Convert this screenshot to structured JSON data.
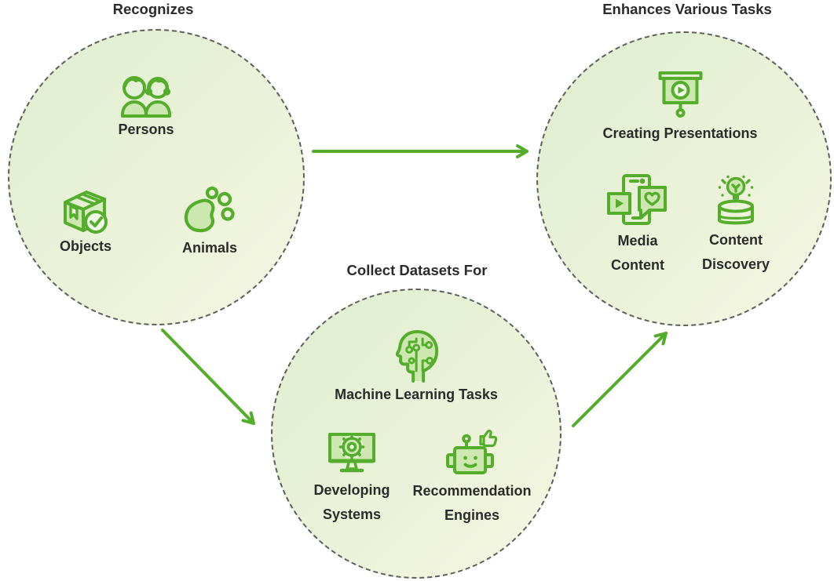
{
  "colors": {
    "accent_green": "#54ae2c",
    "icon_fill_green": "#cde7b0",
    "icon_fill_pale": "#f0f8e6",
    "circle_fill_top_left": "#deeecf",
    "circle_fill_bottom_right": "#f6f7e2",
    "circle_border_gray": "#5f5f5f",
    "text_color": "#2b2b2b"
  },
  "circles": {
    "recognizes": {
      "title": "Recognizes",
      "items": {
        "persons": {
          "label": "Persons",
          "icon": "persons-icon"
        },
        "objects": {
          "label": "Objects",
          "icon": "package-check-icon"
        },
        "animals": {
          "label": "Animals",
          "icon": "paw-print-icon"
        }
      }
    },
    "collect": {
      "title": "Collect Datasets For",
      "items": {
        "ml": {
          "label": "Machine Learning Tasks",
          "icon": "circuit-head-icon"
        },
        "dev": {
          "label": "Developing Systems",
          "icon": "monitor-gear-icon"
        },
        "rec": {
          "label": "Recommendation Engines",
          "icon": "robot-thumbs-up-icon"
        }
      }
    },
    "enhances": {
      "title": "Enhances Various Tasks",
      "items": {
        "presentations": {
          "label": "Creating Presentations",
          "icon": "presentation-play-icon"
        },
        "media": {
          "label": "Media Content",
          "icon": "phone-media-icon"
        },
        "discovery": {
          "label": "Content Discovery",
          "icon": "bulb-database-icon"
        }
      }
    }
  }
}
